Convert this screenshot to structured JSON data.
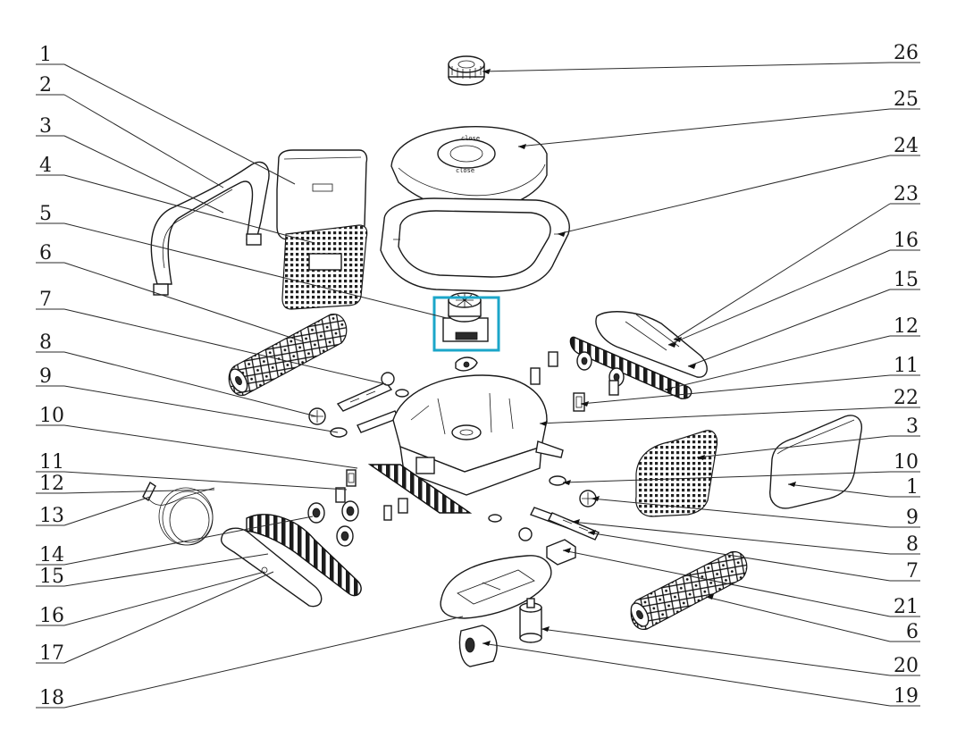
{
  "left_labels": [
    "1",
    "2",
    "3",
    "4",
    "5",
    "6",
    "7",
    "8",
    "9",
    "10",
    "11",
    "12",
    "13",
    "14",
    "15",
    "16",
    "17",
    "18"
  ],
  "right_labels": [
    "26",
    "25",
    "24",
    "23",
    "16",
    "15",
    "12",
    "11",
    "22",
    "3",
    "10",
    "1",
    "9",
    "8",
    "7",
    "21",
    "6",
    "20",
    "19"
  ],
  "top_cover_text": "close",
  "colors": {
    "highlight": "#1ba6c9",
    "line": "#1a1a1a"
  }
}
